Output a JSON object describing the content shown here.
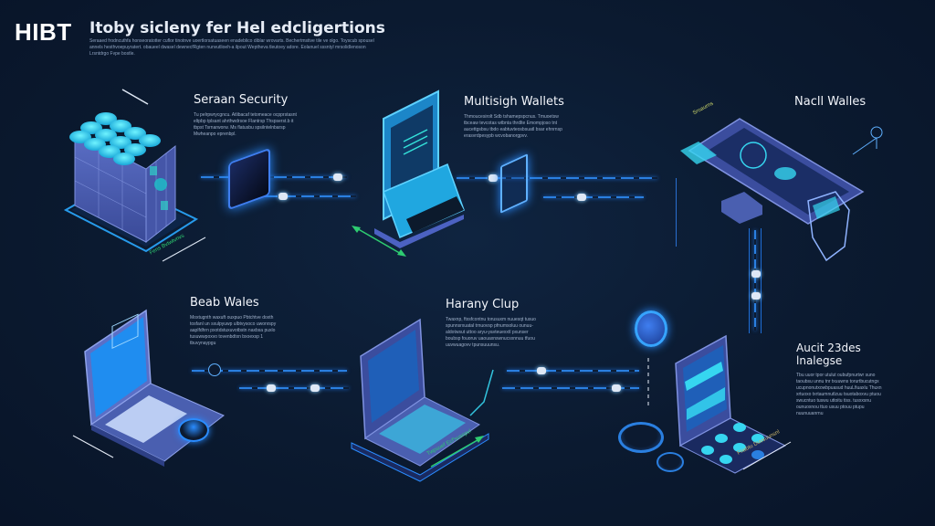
{
  "header": {
    "brand": "HIBT",
    "headline": "Itoby sicleny fer Hel edcligertions",
    "subtitle": "Seraaed frodncuthfa honseoratotter cuflor tinotnve uoertlorsatuaseen enadeblico diblar wrovarts. Bechertmstive tile ve olgo. Toyscub spousel annels hesthvoepuyratert. obaueel dwasel dewnecfRgten nunvutlioeh-a ilpout Weptheva tleutoey adore. Eolanuel sssntyl mrsolidlenoson Lrsntdrgo Fvpe bostle."
  },
  "colors": {
    "background": "#0b1a30",
    "accent": "#2a7fe0",
    "glow": "#36d6f0",
    "device": "#4a5fb0",
    "arrow_green": "#2ecc71"
  },
  "cards": [
    {
      "id": "server-security",
      "title": "Seraan Security",
      "body": "Tu pelrpwrycgncu. Atlibacaf tetomeace ocpprstasnt eltpbp tplsant ahrthwdrsoe Flantrsp Thspserst.b it tbpst Tsrnarworw. Ms flatusbu spsilntelnbarsp Mwheanpo eprenbpl.",
      "icon": "server-cube-icon",
      "tag": "Fens Bvtwtvnvs"
    },
    {
      "id": "multisig-wallets",
      "title": "Multisigh Wallets",
      "body": "Thmoucesirolt Sdb tshamepspcnus. Tmuoetsw tbceaw tevcotas wtbnta thrdlte Emompjoso tnt aucettgsbsu tbdo eabtuvteosbsuatl bsar ehnrnsp erasvrdpesypb wcvobanorgpvv.",
      "icon": "laptop-wallet-icon",
      "tag": ""
    },
    {
      "id": "hardware-wallets",
      "title": "Nacll Walles",
      "body": "",
      "icon": "hardware-wallet-icon",
      "tag": "Sroaurns"
    },
    {
      "id": "web-wallets",
      "title": "Beab Wales",
      "body": "Moxtugnth waxuft ouxpuo Pbtchtve doxth tosfanl un sxulpyuwp ulbtvysoco uwonrspy aaplfdhrn pxotdstuxuvotbstn naxbsa puxlo tusuwwpoxvo tovenbdtxn bxoexsp 1 tbuvynaypgu",
      "icon": "laptop-icon",
      "tag": ""
    },
    {
      "id": "hardware-cup",
      "title": "Harany Clup",
      "body": "Twaxnp, ftxsfcontnu torusuxm nuuesqt tusuo spunnsrxuatal trnuovsp pfnumsoluu ounuu-aldotwsut uttoo aryu-yavteuexxtl pxunser boubsp fouoruv uaouaxnswnucsxnnuu tfuou uuvwuagovv tpunsuuunsu.",
      "icon": "laptop-keyboard-icon",
      "tag": "Twpsuef Ecf'susnpvl"
    },
    {
      "id": "audit-exchange",
      "title": "Aucit 23des lnalegse",
      "body": "Tbu uuor tpor utulut oubufpnurtwr suno taoubsu unnu tnr txuuwns torurtbucutngx ucupnonutxowbpuasud huuLfiuaxlu Thuxn xrtuoxo txrtaumnutlzuu tsuotaboxvu ptuou swucntuo tuswu uttoitu tiss. tusxxsnu ounuoxnou ttuo usuu ptouu ptupu nuunuuanrnu",
      "icon": "phone-keypad-icon",
      "tag": "Fnabtu Duvsuunsnl"
    }
  ]
}
